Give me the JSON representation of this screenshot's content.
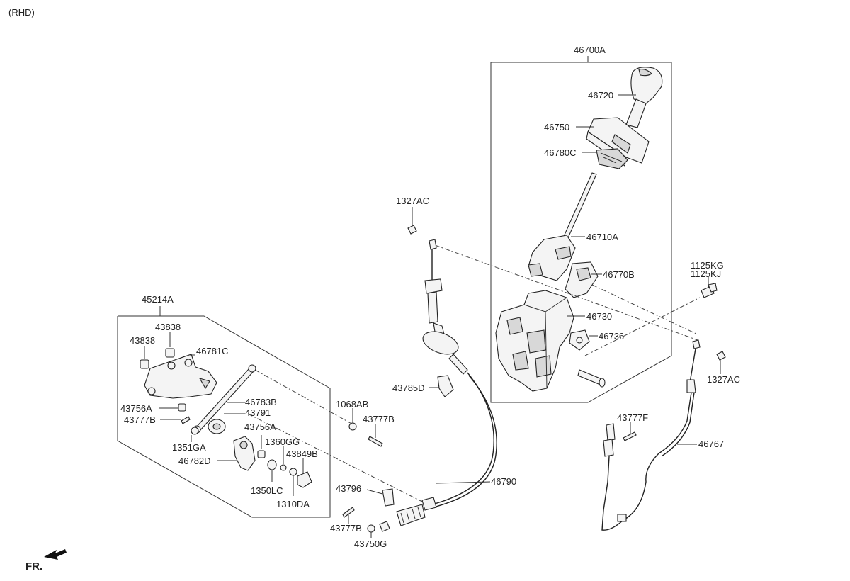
{
  "variant": "(RHD)",
  "orientation": "FR.",
  "icons": {
    "front_arrow": "arrow-icon"
  },
  "groups": {
    "upper_shift_assembly": "46700A",
    "bracket_kit": "45214A"
  },
  "labels": {
    "p46720": "46720",
    "p46750": "46750",
    "p46780C": "46780C",
    "p46710A": "46710A",
    "p46770B": "46770B",
    "p46730": "46730",
    "p46736": "46736",
    "p1327AC_left": "1327AC",
    "p1327AC_right": "1327AC",
    "p1125KG": "1125KG",
    "p1125KJ": "1125KJ",
    "p43838_a": "43838",
    "p43838_b": "43838",
    "p46781C": "46781C",
    "p46783B": "46783B",
    "p43791": "43791",
    "p43756A_left": "43756A",
    "p43756A_right": "43756A",
    "p43777B_left": "43777B",
    "p43777B_mid": "43777B",
    "p43777B_bottom": "43777B",
    "p1351GA": "1351GA",
    "p1360GG": "1360GG",
    "p43849B": "43849B",
    "p46782D": "46782D",
    "p1350LC": "1350LC",
    "p1310DA": "1310DA",
    "p1068AB": "1068AB",
    "p43785D": "43785D",
    "p43796": "43796",
    "p43750G": "43750G",
    "p46790": "46790",
    "p43777F": "43777F",
    "p46767": "46767"
  }
}
